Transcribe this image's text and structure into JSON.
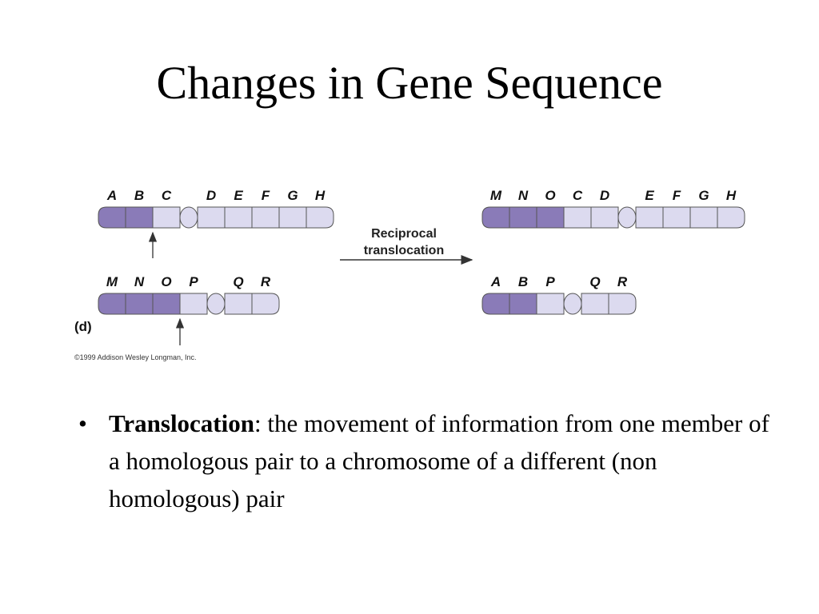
{
  "slide": {
    "title": "Changes in Gene Sequence"
  },
  "figure": {
    "panel_label": "(d)",
    "arrow_caption_line1": "Reciprocal",
    "arrow_caption_line2": "translocation",
    "copyright": "©1999 Addison Wesley Longman, Inc.",
    "colors": {
      "dark": "#8a7bb8",
      "light": "#dcdaef",
      "outline": "#555555"
    },
    "chromosomes": [
      {
        "id": "before-top",
        "genes": [
          {
            "label": "A",
            "shade": "dark"
          },
          {
            "label": "B",
            "shade": "dark"
          },
          {
            "label": "C",
            "shade": "light"
          },
          {
            "label": "D",
            "shade": "light"
          },
          {
            "label": "E",
            "shade": "light"
          },
          {
            "label": "F",
            "shade": "light"
          },
          {
            "label": "G",
            "shade": "light"
          },
          {
            "label": "H",
            "shade": "light"
          }
        ],
        "centromere_after": 3,
        "break_after": 2
      },
      {
        "id": "before-bottom",
        "genes": [
          {
            "label": "M",
            "shade": "dark"
          },
          {
            "label": "N",
            "shade": "dark"
          },
          {
            "label": "O",
            "shade": "dark"
          },
          {
            "label": "P",
            "shade": "light"
          },
          {
            "label": "Q",
            "shade": "light"
          },
          {
            "label": "R",
            "shade": "light"
          }
        ],
        "centromere_after": 4,
        "break_after": 3
      },
      {
        "id": "after-top",
        "genes": [
          {
            "label": "M",
            "shade": "dark"
          },
          {
            "label": "N",
            "shade": "dark"
          },
          {
            "label": "O",
            "shade": "dark"
          },
          {
            "label": "C",
            "shade": "light"
          },
          {
            "label": "D",
            "shade": "light"
          },
          {
            "label": "E",
            "shade": "light"
          },
          {
            "label": "F",
            "shade": "light"
          },
          {
            "label": "G",
            "shade": "light"
          },
          {
            "label": "H",
            "shade": "light"
          }
        ],
        "centromere_after": 5,
        "break_after": null
      },
      {
        "id": "after-bottom",
        "genes": [
          {
            "label": "A",
            "shade": "dark"
          },
          {
            "label": "B",
            "shade": "dark"
          },
          {
            "label": "P",
            "shade": "light"
          },
          {
            "label": "Q",
            "shade": "light"
          },
          {
            "label": "R",
            "shade": "light"
          }
        ],
        "centromere_after": 3,
        "break_after": null
      }
    ]
  },
  "bullets": [
    {
      "term": "Translocation",
      "text": ": the movement of information from one member of a homologous pair to a chromosome of a different (non homologous) pair"
    }
  ]
}
